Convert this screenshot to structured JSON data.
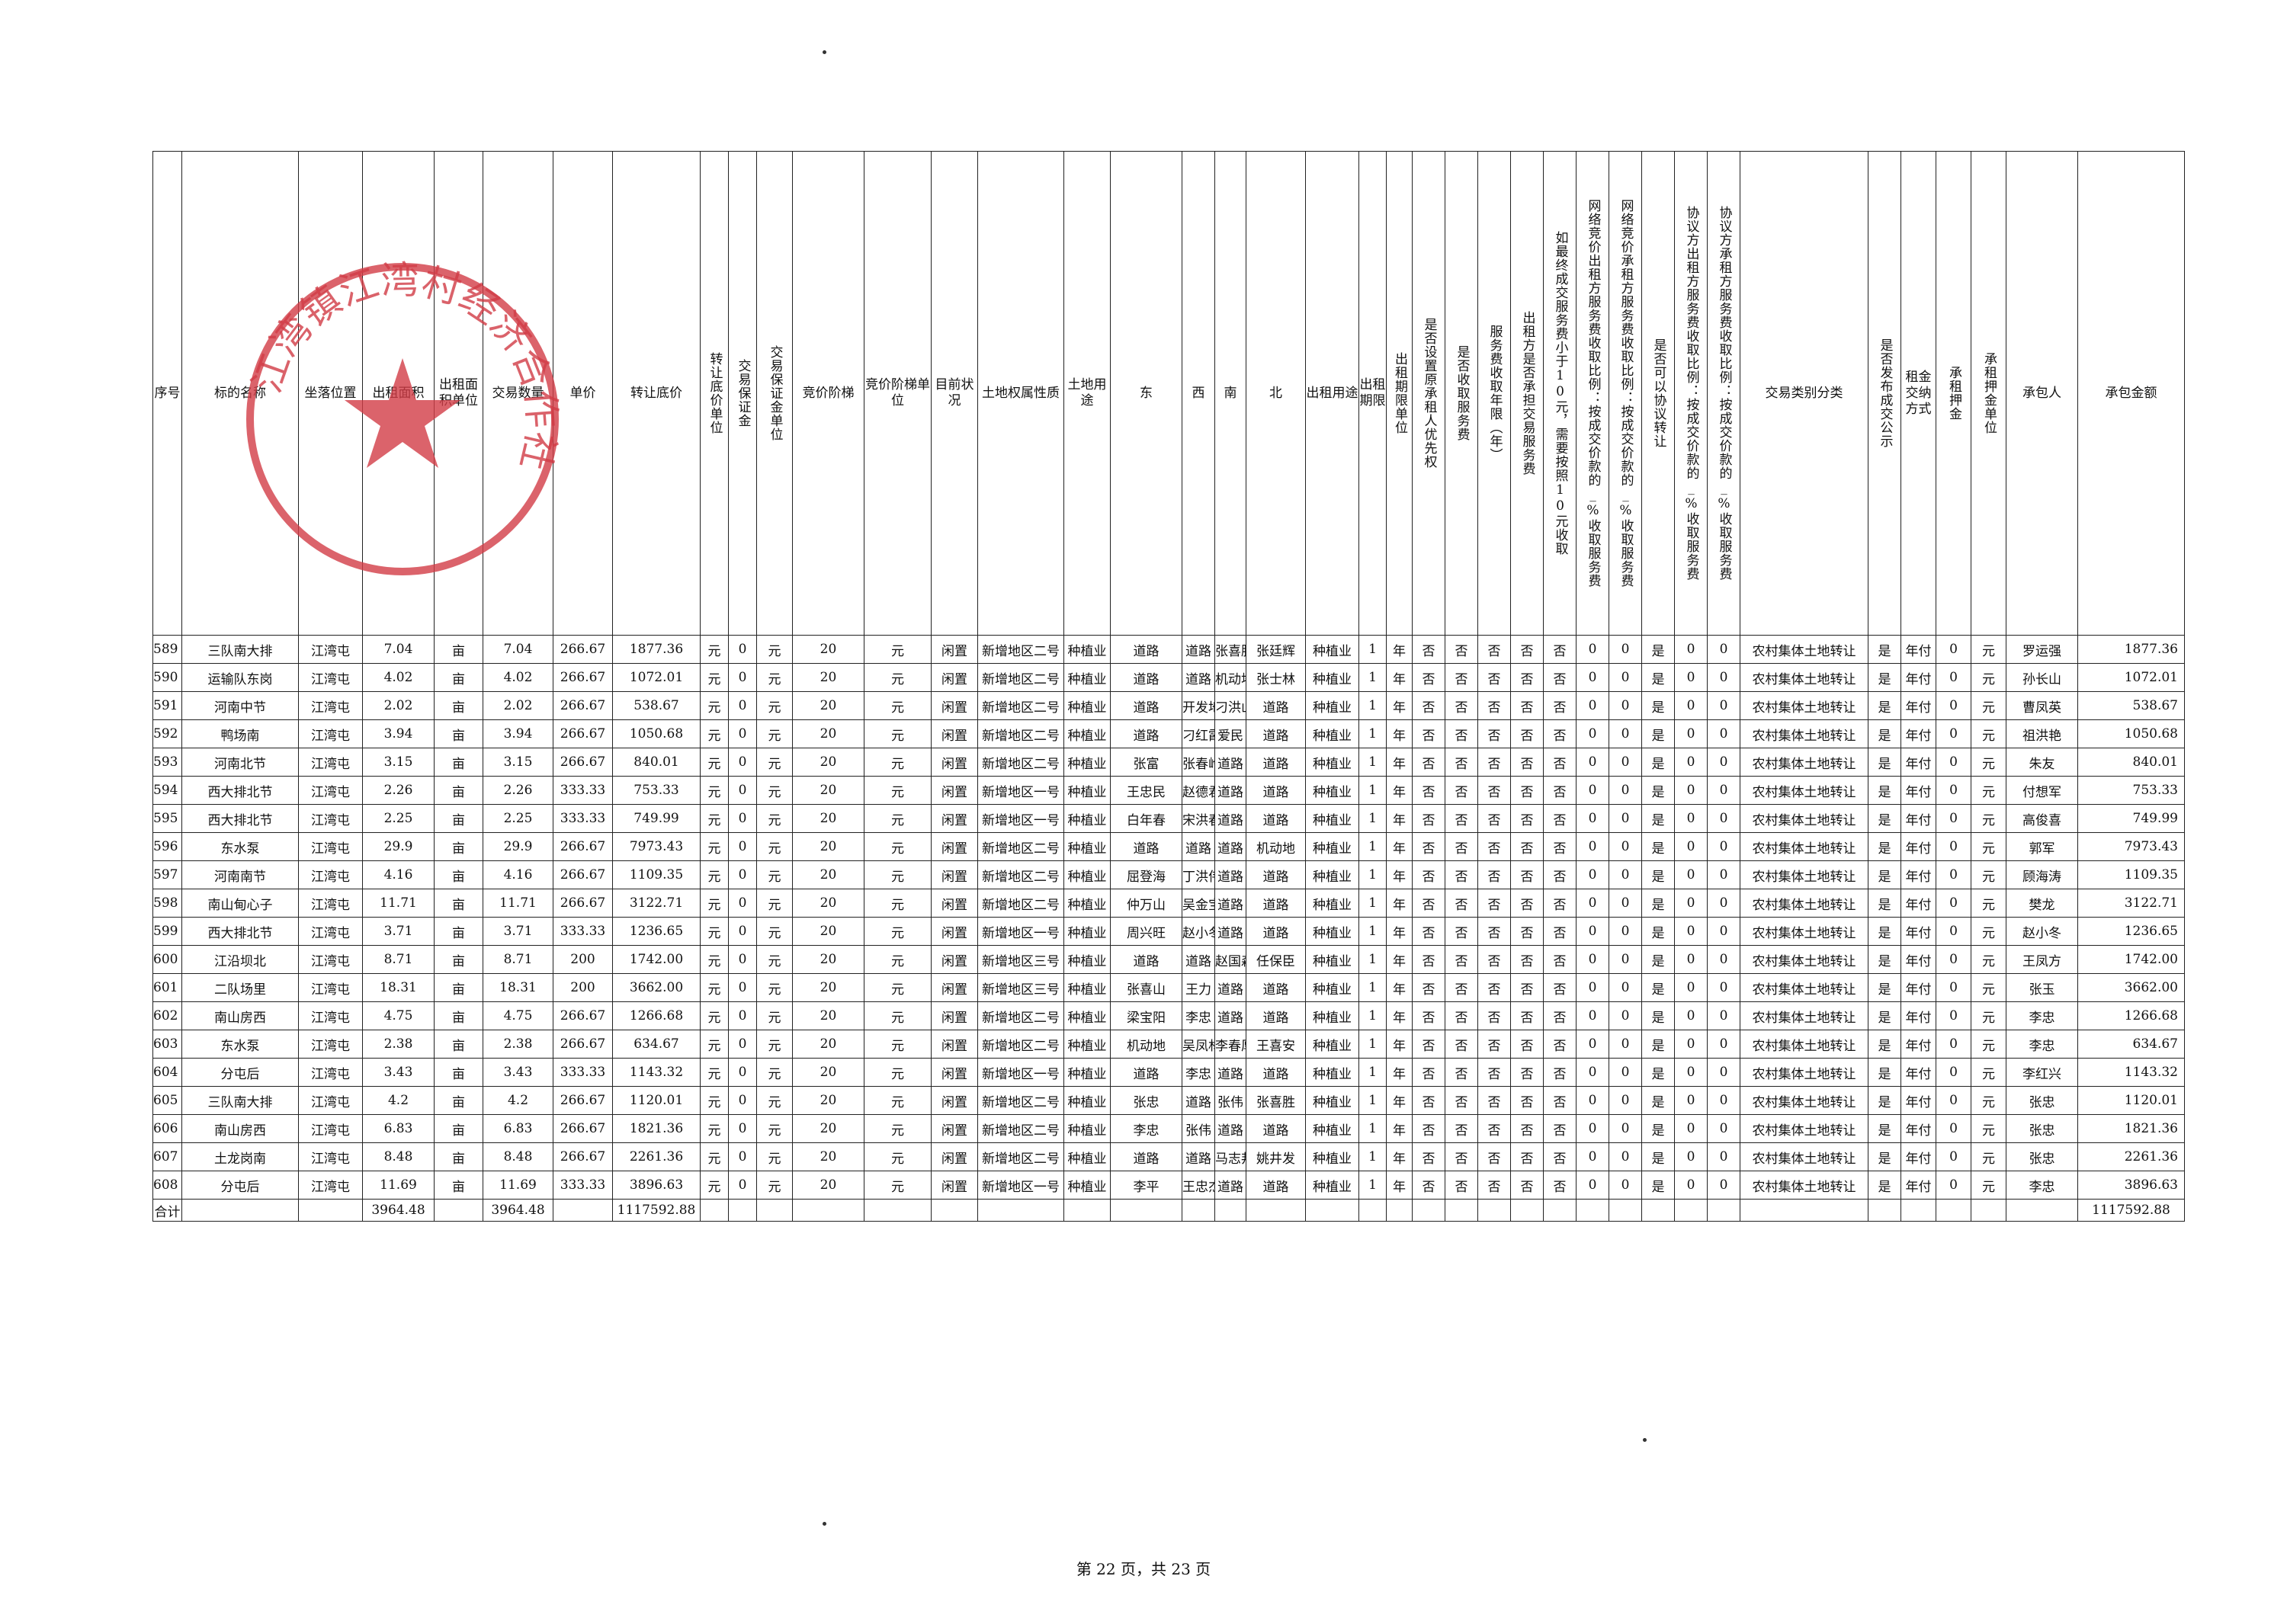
{
  "headers": [
    {
      "key": "seq",
      "label": "序号"
    },
    {
      "key": "name",
      "label": "标的名称"
    },
    {
      "key": "loc",
      "label": "坐落位置"
    },
    {
      "key": "area",
      "label": "出租面积"
    },
    {
      "key": "area_unit",
      "label": "出租面积单位"
    },
    {
      "key": "qty",
      "label": "交易数量"
    },
    {
      "key": "price",
      "label": "单价"
    },
    {
      "key": "base",
      "label": "转让底价"
    },
    {
      "key": "base_unit",
      "label": "转让底价单位"
    },
    {
      "key": "deposit",
      "label": "交易保证金"
    },
    {
      "key": "deposit_unit",
      "label": "交易保证金单位"
    },
    {
      "key": "step",
      "label": "竞价阶梯"
    },
    {
      "key": "step_unit",
      "label": "竞价阶梯单位"
    },
    {
      "key": "status",
      "label": "目前状况"
    },
    {
      "key": "land_nature",
      "label": "土地权属性质"
    },
    {
      "key": "land_use",
      "label": "土地用途"
    },
    {
      "key": "east",
      "label": "东"
    },
    {
      "key": "west",
      "label": "西"
    },
    {
      "key": "south",
      "label": "南"
    },
    {
      "key": "north",
      "label": "北"
    },
    {
      "key": "rent_use",
      "label": "出租用途"
    },
    {
      "key": "term",
      "label": "出租期限"
    },
    {
      "key": "term_unit",
      "label": "出租期限单位"
    },
    {
      "key": "priority",
      "label": "是否设置原承租人优先权"
    },
    {
      "key": "fee",
      "label": "是否收取服务费"
    },
    {
      "key": "fee_years",
      "label": "服务费收取年限（年）"
    },
    {
      "key": "lessor_fee",
      "label": "出租方是否承担交易服务费"
    },
    {
      "key": "min_fee",
      "label": "如最终成交服务费小于10元，需要按照10元收取"
    },
    {
      "key": "net_lessor",
      "label": "网络竞价出租方服务费收取比例：按成交价款的_%收取服务费"
    },
    {
      "key": "net_lessee",
      "label": "网络竞价承租方服务费收取比例：按成交价款的_%收取服务费"
    },
    {
      "key": "agree",
      "label": "是否可以协议转让"
    },
    {
      "key": "agr_lessor",
      "label": "协议方出租方服务费收取比例：按成交价款的_%收取服务费"
    },
    {
      "key": "agr_lessee",
      "label": "协议方承租方服务费收取比例：按成交价款的_%收取服务费"
    },
    {
      "key": "category",
      "label": "交易类别分类"
    },
    {
      "key": "publish",
      "label": "是否发布成交公示"
    },
    {
      "key": "pay",
      "label": "租金交纳方式"
    },
    {
      "key": "dep",
      "label": "承租押金"
    },
    {
      "key": "dep_unit",
      "label": "承租押金单位"
    },
    {
      "key": "tenant",
      "label": "承包人"
    },
    {
      "key": "amount",
      "label": "承包金额"
    }
  ],
  "rows": [
    [
      "589",
      "三队南大排",
      "江湾屯",
      "7.04",
      "亩",
      "7.04",
      "266.67",
      "1877.36",
      "元",
      "0",
      "元",
      "20",
      "元",
      "闲置",
      "新增地区二号",
      "种植业",
      "道路",
      "道路",
      "张喜胜",
      "张廷辉",
      "种植业",
      "1",
      "年",
      "否",
      "否",
      "否",
      "否",
      "否",
      "0",
      "0",
      "是",
      "0",
      "0",
      "农村集体土地转让",
      "是",
      "年付",
      "0",
      "元",
      "罗运强",
      "1877.36"
    ],
    [
      "590",
      "运输队东岗",
      "江湾屯",
      "4.02",
      "亩",
      "4.02",
      "266.67",
      "1072.01",
      "元",
      "0",
      "元",
      "20",
      "元",
      "闲置",
      "新增地区二号",
      "种植业",
      "道路",
      "道路",
      "机动地",
      "张士林",
      "种植业",
      "1",
      "年",
      "否",
      "否",
      "否",
      "否",
      "否",
      "0",
      "0",
      "是",
      "0",
      "0",
      "农村集体土地转让",
      "是",
      "年付",
      "0",
      "元",
      "孙长山",
      "1072.01"
    ],
    [
      "591",
      "河南中节",
      "江湾屯",
      "2.02",
      "亩",
      "2.02",
      "266.67",
      "538.67",
      "元",
      "0",
      "元",
      "20",
      "元",
      "闲置",
      "新增地区二号",
      "种植业",
      "道路",
      "开发地",
      "刁洪山",
      "道路",
      "种植业",
      "1",
      "年",
      "否",
      "否",
      "否",
      "否",
      "否",
      "0",
      "0",
      "是",
      "0",
      "0",
      "农村集体土地转让",
      "是",
      "年付",
      "0",
      "元",
      "曹凤英",
      "538.67"
    ],
    [
      "592",
      "鸭场南",
      "江湾屯",
      "3.94",
      "亩",
      "3.94",
      "266.67",
      "1050.68",
      "元",
      "0",
      "元",
      "20",
      "元",
      "闲置",
      "新增地区二号",
      "种植业",
      "道路",
      "刁红霞",
      "爱民",
      "道路",
      "种植业",
      "1",
      "年",
      "否",
      "否",
      "否",
      "否",
      "否",
      "0",
      "0",
      "是",
      "0",
      "0",
      "农村集体土地转让",
      "是",
      "年付",
      "0",
      "元",
      "祖洪艳",
      "1050.68"
    ],
    [
      "593",
      "河南北节",
      "江湾屯",
      "3.15",
      "亩",
      "3.15",
      "266.67",
      "840.01",
      "元",
      "0",
      "元",
      "20",
      "元",
      "闲置",
      "新增地区二号",
      "种植业",
      "张富",
      "张春岭",
      "道路",
      "道路",
      "种植业",
      "1",
      "年",
      "否",
      "否",
      "否",
      "否",
      "否",
      "0",
      "0",
      "是",
      "0",
      "0",
      "农村集体土地转让",
      "是",
      "年付",
      "0",
      "元",
      "朱友",
      "840.01"
    ],
    [
      "594",
      "西大排北节",
      "江湾屯",
      "2.26",
      "亩",
      "2.26",
      "333.33",
      "753.33",
      "元",
      "0",
      "元",
      "20",
      "元",
      "闲置",
      "新增地区一号",
      "种植业",
      "王忠民",
      "赵德君",
      "道路",
      "道路",
      "种植业",
      "1",
      "年",
      "否",
      "否",
      "否",
      "否",
      "否",
      "0",
      "0",
      "是",
      "0",
      "0",
      "农村集体土地转让",
      "是",
      "年付",
      "0",
      "元",
      "付想军",
      "753.33"
    ],
    [
      "595",
      "西大排北节",
      "江湾屯",
      "2.25",
      "亩",
      "2.25",
      "333.33",
      "749.99",
      "元",
      "0",
      "元",
      "20",
      "元",
      "闲置",
      "新增地区一号",
      "种植业",
      "白年春",
      "宋洪春",
      "道路",
      "道路",
      "种植业",
      "1",
      "年",
      "否",
      "否",
      "否",
      "否",
      "否",
      "0",
      "0",
      "是",
      "0",
      "0",
      "农村集体土地转让",
      "是",
      "年付",
      "0",
      "元",
      "高俊喜",
      "749.99"
    ],
    [
      "596",
      "东水泵",
      "江湾屯",
      "29.9",
      "亩",
      "29.9",
      "266.67",
      "7973.43",
      "元",
      "0",
      "元",
      "20",
      "元",
      "闲置",
      "新增地区二号",
      "种植业",
      "道路",
      "道路",
      "道路",
      "机动地",
      "种植业",
      "1",
      "年",
      "否",
      "否",
      "否",
      "否",
      "否",
      "0",
      "0",
      "是",
      "0",
      "0",
      "农村集体土地转让",
      "是",
      "年付",
      "0",
      "元",
      "郭军",
      "7973.43"
    ],
    [
      "597",
      "河南南节",
      "江湾屯",
      "4.16",
      "亩",
      "4.16",
      "266.67",
      "1109.35",
      "元",
      "0",
      "元",
      "20",
      "元",
      "闲置",
      "新增地区二号",
      "种植业",
      "屈登海",
      "丁洪伟",
      "道路",
      "道路",
      "种植业",
      "1",
      "年",
      "否",
      "否",
      "否",
      "否",
      "否",
      "0",
      "0",
      "是",
      "0",
      "0",
      "农村集体土地转让",
      "是",
      "年付",
      "0",
      "元",
      "顾海涛",
      "1109.35"
    ],
    [
      "598",
      "南山甸心子",
      "江湾屯",
      "11.71",
      "亩",
      "11.71",
      "266.67",
      "3122.71",
      "元",
      "0",
      "元",
      "20",
      "元",
      "闲置",
      "新增地区二号",
      "种植业",
      "仲万山",
      "吴金宝",
      "道路",
      "道路",
      "种植业",
      "1",
      "年",
      "否",
      "否",
      "否",
      "否",
      "否",
      "0",
      "0",
      "是",
      "0",
      "0",
      "农村集体土地转让",
      "是",
      "年付",
      "0",
      "元",
      "樊龙",
      "3122.71"
    ],
    [
      "599",
      "西大排北节",
      "江湾屯",
      "3.71",
      "亩",
      "3.71",
      "333.33",
      "1236.65",
      "元",
      "0",
      "元",
      "20",
      "元",
      "闲置",
      "新增地区一号",
      "种植业",
      "周兴旺",
      "赵小冬",
      "道路",
      "道路",
      "种植业",
      "1",
      "年",
      "否",
      "否",
      "否",
      "否",
      "否",
      "0",
      "0",
      "是",
      "0",
      "0",
      "农村集体土地转让",
      "是",
      "年付",
      "0",
      "元",
      "赵小冬",
      "1236.65"
    ],
    [
      "600",
      "江沿坝北",
      "江湾屯",
      "8.71",
      "亩",
      "8.71",
      "200",
      "1742.00",
      "元",
      "0",
      "元",
      "20",
      "元",
      "闲置",
      "新增地区三号",
      "种植业",
      "道路",
      "道路",
      "赵国森",
      "任保臣",
      "种植业",
      "1",
      "年",
      "否",
      "否",
      "否",
      "否",
      "否",
      "0",
      "0",
      "是",
      "0",
      "0",
      "农村集体土地转让",
      "是",
      "年付",
      "0",
      "元",
      "王凤方",
      "1742.00"
    ],
    [
      "601",
      "二队场里",
      "江湾屯",
      "18.31",
      "亩",
      "18.31",
      "200",
      "3662.00",
      "元",
      "0",
      "元",
      "20",
      "元",
      "闲置",
      "新增地区三号",
      "种植业",
      "张喜山",
      "王力",
      "道路",
      "道路",
      "种植业",
      "1",
      "年",
      "否",
      "否",
      "否",
      "否",
      "否",
      "0",
      "0",
      "是",
      "0",
      "0",
      "农村集体土地转让",
      "是",
      "年付",
      "0",
      "元",
      "张玉",
      "3662.00"
    ],
    [
      "602",
      "南山房西",
      "江湾屯",
      "4.75",
      "亩",
      "4.75",
      "266.67",
      "1266.68",
      "元",
      "0",
      "元",
      "20",
      "元",
      "闲置",
      "新增地区二号",
      "种植业",
      "梁宝阳",
      "李忠",
      "道路",
      "道路",
      "种植业",
      "1",
      "年",
      "否",
      "否",
      "否",
      "否",
      "否",
      "0",
      "0",
      "是",
      "0",
      "0",
      "农村集体土地转让",
      "是",
      "年付",
      "0",
      "元",
      "李忠",
      "1266.68"
    ],
    [
      "603",
      "东水泵",
      "江湾屯",
      "2.38",
      "亩",
      "2.38",
      "266.67",
      "634.67",
      "元",
      "0",
      "元",
      "20",
      "元",
      "闲置",
      "新增地区二号",
      "种植业",
      "机动地",
      "吴凤林",
      "李春厚",
      "王喜安",
      "种植业",
      "1",
      "年",
      "否",
      "否",
      "否",
      "否",
      "否",
      "0",
      "0",
      "是",
      "0",
      "0",
      "农村集体土地转让",
      "是",
      "年付",
      "0",
      "元",
      "李忠",
      "634.67"
    ],
    [
      "604",
      "分屯后",
      "江湾屯",
      "3.43",
      "亩",
      "3.43",
      "333.33",
      "1143.32",
      "元",
      "0",
      "元",
      "20",
      "元",
      "闲置",
      "新增地区一号",
      "种植业",
      "道路",
      "李忠",
      "道路",
      "道路",
      "种植业",
      "1",
      "年",
      "否",
      "否",
      "否",
      "否",
      "否",
      "0",
      "0",
      "是",
      "0",
      "0",
      "农村集体土地转让",
      "是",
      "年付",
      "0",
      "元",
      "李红兴",
      "1143.32"
    ],
    [
      "605",
      "三队南大排",
      "江湾屯",
      "4.2",
      "亩",
      "4.2",
      "266.67",
      "1120.01",
      "元",
      "0",
      "元",
      "20",
      "元",
      "闲置",
      "新增地区二号",
      "种植业",
      "张忠",
      "道路",
      "张伟",
      "张喜胜",
      "种植业",
      "1",
      "年",
      "否",
      "否",
      "否",
      "否",
      "否",
      "0",
      "0",
      "是",
      "0",
      "0",
      "农村集体土地转让",
      "是",
      "年付",
      "0",
      "元",
      "张忠",
      "1120.01"
    ],
    [
      "606",
      "南山房西",
      "江湾屯",
      "6.83",
      "亩",
      "6.83",
      "266.67",
      "1821.36",
      "元",
      "0",
      "元",
      "20",
      "元",
      "闲置",
      "新增地区二号",
      "种植业",
      "李忠",
      "张伟",
      "道路",
      "道路",
      "种植业",
      "1",
      "年",
      "否",
      "否",
      "否",
      "否",
      "否",
      "0",
      "0",
      "是",
      "0",
      "0",
      "农村集体土地转让",
      "是",
      "年付",
      "0",
      "元",
      "张忠",
      "1821.36"
    ],
    [
      "607",
      "土龙岗南",
      "江湾屯",
      "8.48",
      "亩",
      "8.48",
      "266.67",
      "2261.36",
      "元",
      "0",
      "元",
      "20",
      "元",
      "闲置",
      "新增地区二号",
      "种植业",
      "道路",
      "道路",
      "马志邦",
      "姚井发",
      "种植业",
      "1",
      "年",
      "否",
      "否",
      "否",
      "否",
      "否",
      "0",
      "0",
      "是",
      "0",
      "0",
      "农村集体土地转让",
      "是",
      "年付",
      "0",
      "元",
      "张忠",
      "2261.36"
    ],
    [
      "608",
      "分屯后",
      "江湾屯",
      "11.69",
      "亩",
      "11.69",
      "333.33",
      "3896.63",
      "元",
      "0",
      "元",
      "20",
      "元",
      "闲置",
      "新增地区一号",
      "种植业",
      "李平",
      "王忠杰",
      "道路",
      "道路",
      "种植业",
      "1",
      "年",
      "否",
      "否",
      "否",
      "否",
      "否",
      "0",
      "0",
      "是",
      "0",
      "0",
      "农村集体土地转让",
      "是",
      "年付",
      "0",
      "元",
      "李忠",
      "3896.63"
    ]
  ],
  "total": {
    "label": "合计",
    "area": "3964.48",
    "qty": "3964.48",
    "base": "1117592.88",
    "amount": "1117592.88"
  },
  "seal_text": "江湾镇江湾村经济合作社",
  "footer": "第 22 页，共 23 页",
  "colors": {
    "seal": "#d23c46",
    "ink": "#111111",
    "grid": "#222222"
  }
}
